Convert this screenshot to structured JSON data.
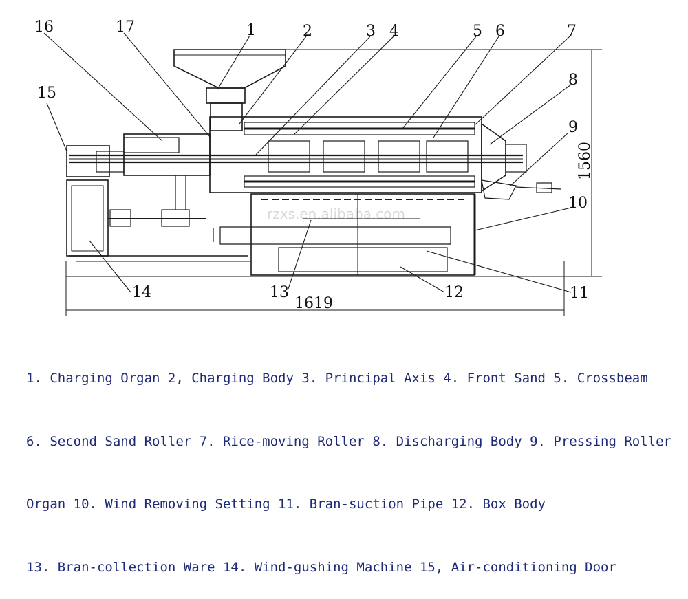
{
  "figure": {
    "callouts": [
      "1",
      "2",
      "3",
      "4",
      "5",
      "6",
      "7",
      "8",
      "9",
      "10",
      "11",
      "12",
      "13",
      "14",
      "15",
      "16",
      "17"
    ],
    "dimensions": {
      "height": "1560",
      "width": "1619"
    },
    "watermark": "rzxs.en.alibaba.com"
  },
  "legend": {
    "lines": [
      "1. Charging Organ 2, Charging Body 3. Principal Axis 4. Front Sand 5. Crossbeam",
      "6. Second Sand Roller 7. Rice-moving Roller 8. Discharging Body 9. Pressing Roller",
      "Organ 10. Wind Removing Setting 11. Bran-suction Pipe 12. Box Body",
      "13. Bran-collection Ware 14. Wind-gushing Machine 15, Air-conditioning Door"
    ]
  }
}
